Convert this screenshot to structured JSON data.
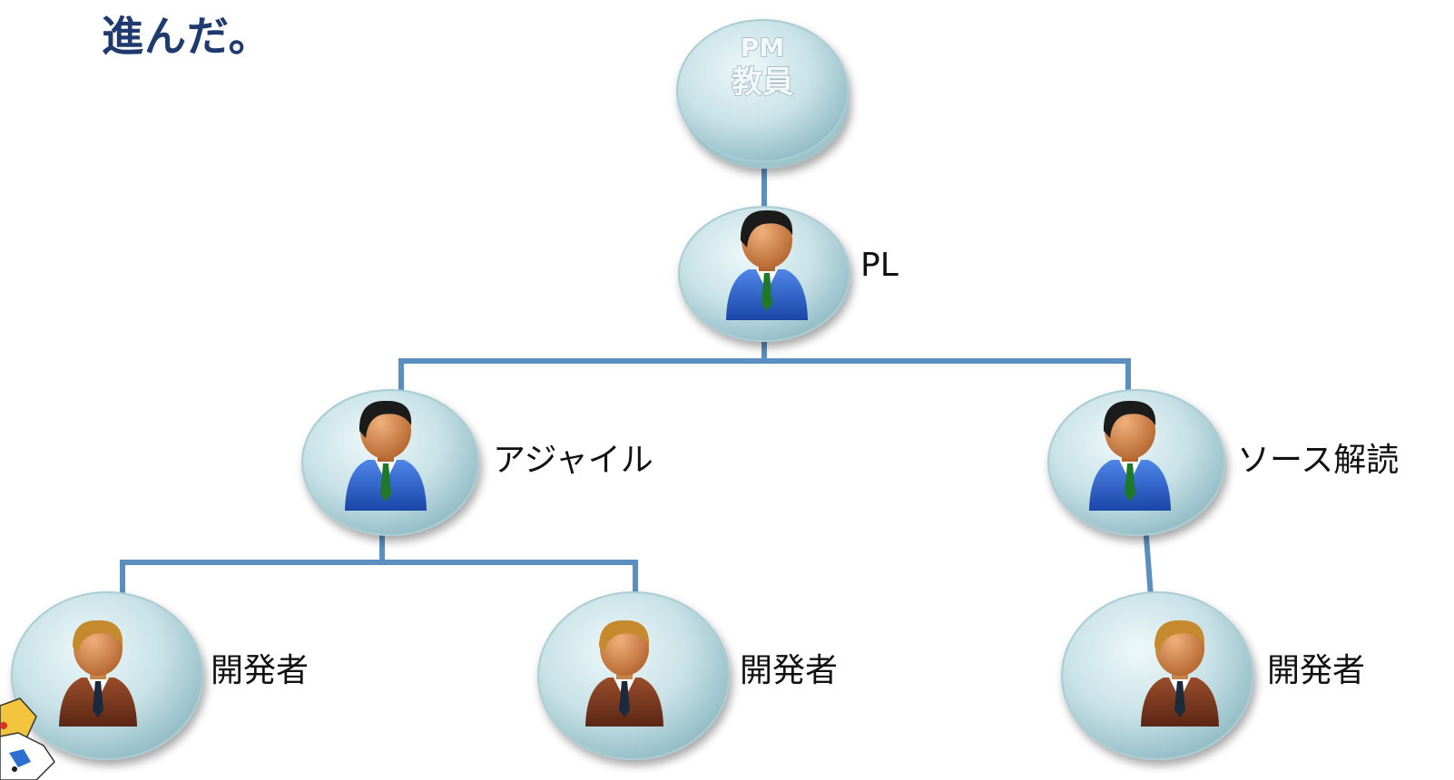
{
  "heading": "進んだ。",
  "org_chart": {
    "root": {
      "line1": "PM",
      "line2": "教員"
    },
    "leader": {
      "label": "PL"
    },
    "teams": [
      {
        "label": "アジャイル",
        "members": [
          "開発者",
          "開発者"
        ]
      },
      {
        "label": "ソース解読",
        "members": [
          "開発者"
        ]
      }
    ]
  },
  "colors": {
    "connector": "#5b8fbf",
    "node_light": "#d8ecef",
    "node_dark": "#8fb9c3",
    "heading": "#1f3a6e",
    "leader_suit": "#2a5cc9",
    "developer_suit": "#7a3a22"
  }
}
